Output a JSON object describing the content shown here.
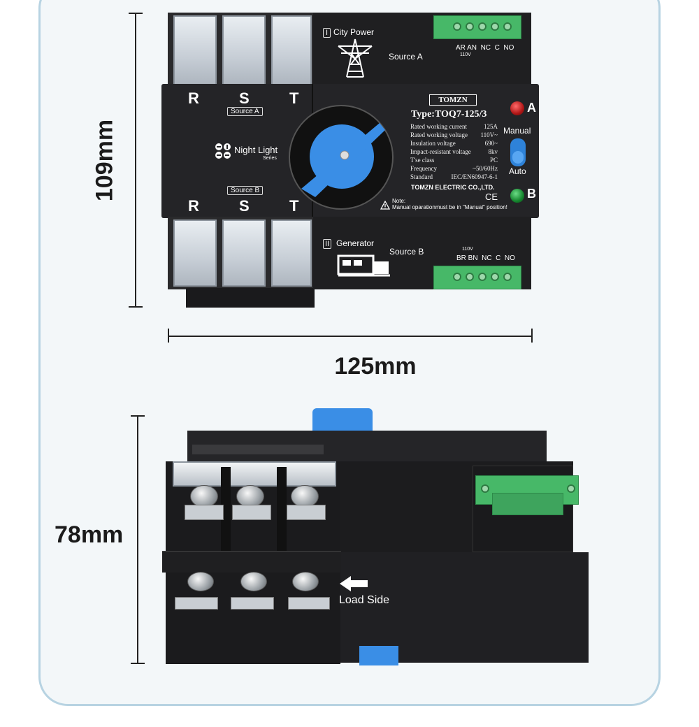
{
  "dimensions": {
    "height_top": "109mm",
    "width_top": "125mm",
    "height_side": "78mm"
  },
  "front": {
    "phase_labels_top": [
      "R",
      "S",
      "T"
    ],
    "phase_labels_bottom": [
      "R",
      "S",
      "T"
    ],
    "source_a_tag": "Source A",
    "source_b_tag": "Source B",
    "night_light": "Night Light",
    "night_light_sub": "Series",
    "city_power": "City Power",
    "city_power_prefix": "I",
    "source_a": "Source A",
    "generator": "Generator",
    "generator_prefix": "II",
    "source_b": "Source B",
    "terminal_top": "AR AN  NC  C  NO",
    "terminal_top_sub": "110V",
    "terminal_bottom_sub": "110V",
    "terminal_bottom": "BR BN  NC  C  NO",
    "brand": "TOMZN",
    "type": "Type:TOQ7-125/3",
    "specs": [
      {
        "label": "Rated working current",
        "value": "125A"
      },
      {
        "label": "Rated working voltage",
        "value": "110V~"
      },
      {
        "label": "Insulation voltage",
        "value": "690~"
      },
      {
        "label": "Impact-resistant voltage",
        "value": "8kv"
      },
      {
        "label": "T'se class",
        "value": "PC"
      },
      {
        "label": "Frequency",
        "value": "~50/60Hz"
      },
      {
        "label": "Standard",
        "value": "IEC/EN60947-6-1"
      }
    ],
    "company": "TOMZN ELECTRIC CO.,LTD.",
    "ce": "CE",
    "note_title": "Note:",
    "note_text": "Manual oparationmust be in \"Manual\" position!",
    "indicator_a": "A",
    "indicator_b": "B",
    "manual": "Manual",
    "auto": "Auto"
  },
  "side": {
    "load_side": "Load Side"
  },
  "colors": {
    "body": "#1f1f21",
    "handle": "#3a8ee6",
    "terminal": "#47b868",
    "led_a": "#c81f1f",
    "led_b": "#1f9a38",
    "card_border": "#b7d3e2"
  }
}
